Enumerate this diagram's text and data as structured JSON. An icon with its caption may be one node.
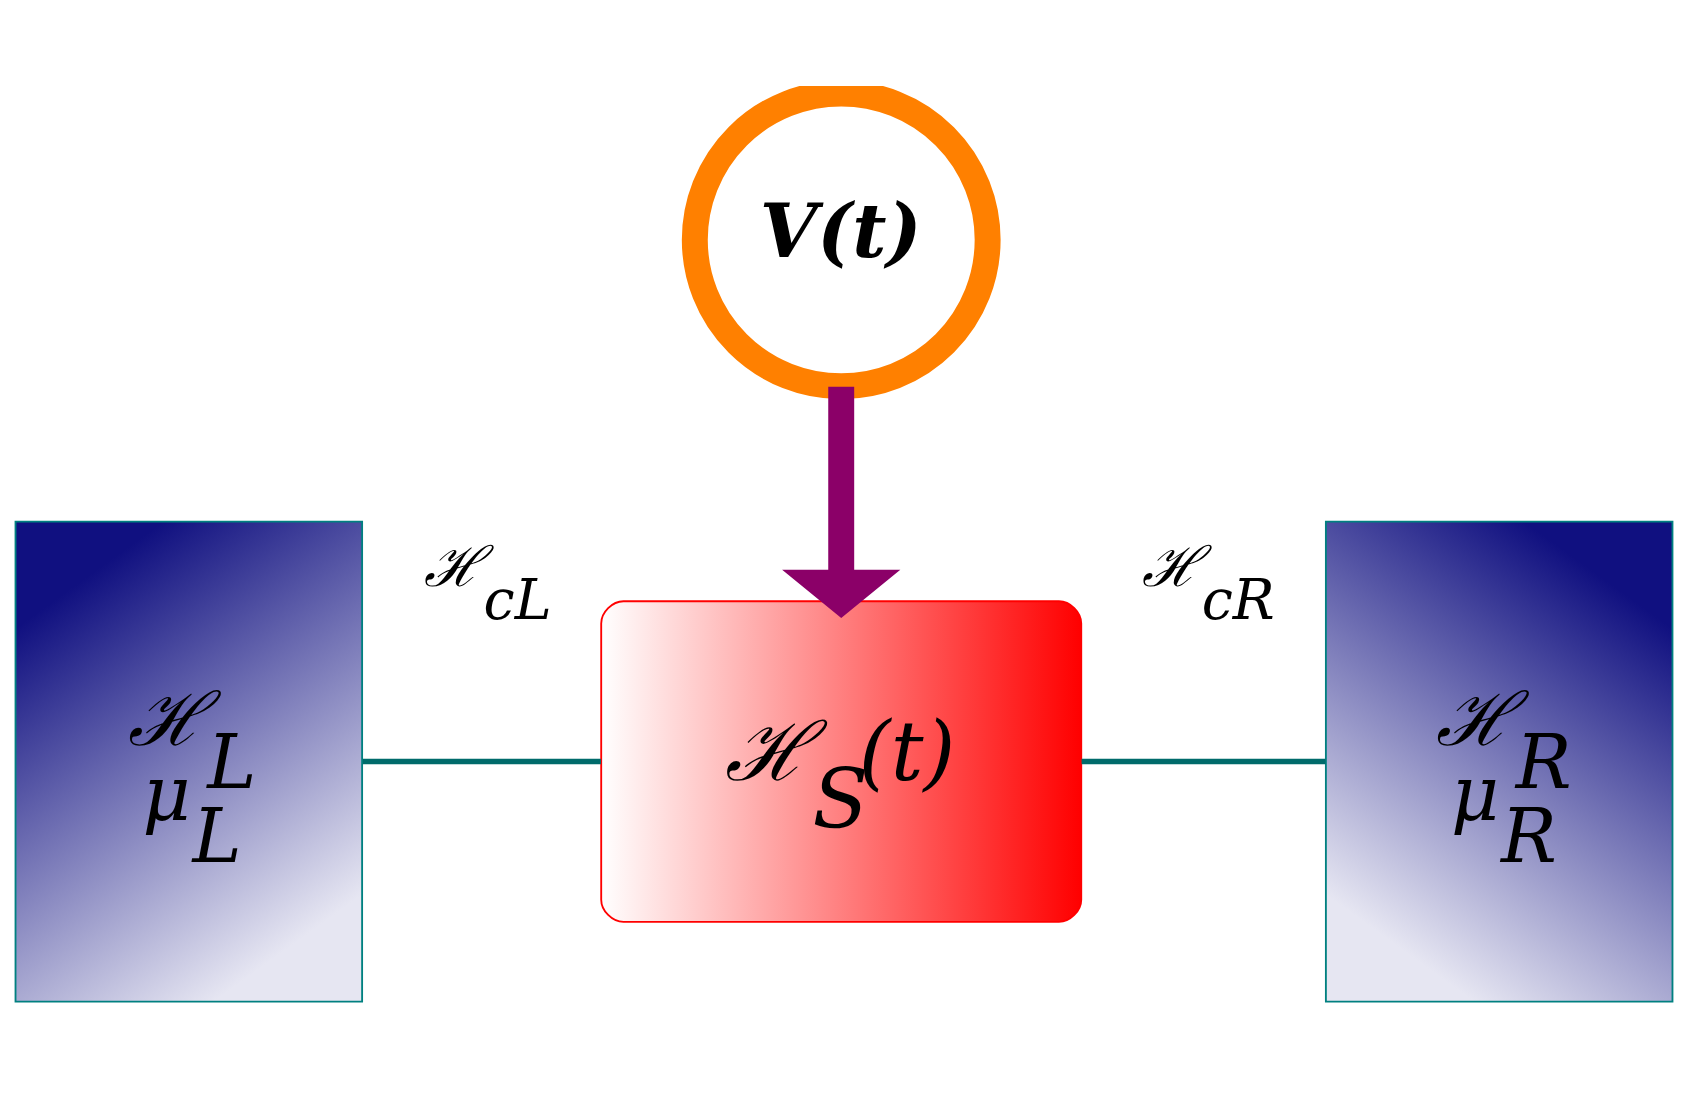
{
  "diagram": {
    "nodes": [
      {
        "text": [
          "V(t)"
        ]
      },
      {
        "text": [
          "ℋ$_{L}$",
          "μ$_{L}$"
        ]
      },
      {
        "text": [
          "ℋ$_{S}$(t)"
        ]
      },
      {
        "text": [
          "ℋ$_{R}$",
          "μ$_{R}$"
        ]
      }
    ],
    "edges": [
      {
        "from": 0,
        "to": 2,
        "arrow": "to",
        "style": "thick",
        "color": "#8b0068"
      },
      {
        "from": 1,
        "to": 2,
        "arrow": "none",
        "label": "ℋ$_{cL}$"
      },
      {
        "from": 2,
        "to": 3,
        "arrow": "none",
        "label": "ℋ$_{cR}$"
      }
    ]
  }
}
